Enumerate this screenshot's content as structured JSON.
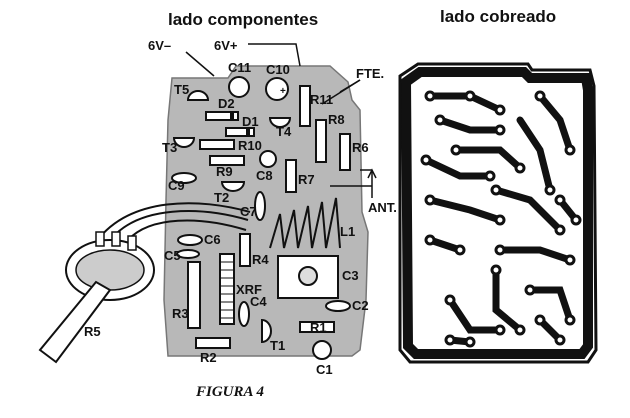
{
  "headings": {
    "components_side": "lado componentes",
    "copper_side": "lado cobreado"
  },
  "caption": "FIGURA 4",
  "supply": {
    "negative": "6V–",
    "positive": "6V+"
  },
  "labels": {
    "fte": "FTE.",
    "ant": "ANT.",
    "C1": "C1",
    "C2": "C2",
    "C3": "C3",
    "C4": "C4",
    "C5": "C5",
    "C6": "C6",
    "C7": "C7",
    "C8": "C8",
    "C9": "C9",
    "C10": "C10",
    "C11": "C11",
    "R1": "R1",
    "R2": "R2",
    "R3": "R3",
    "R4": "R4",
    "R5": "R5",
    "R6": "R6",
    "R7": "R7",
    "R8": "R8",
    "R9": "R9",
    "R10": "R10",
    "R11": "R11",
    "T1": "T1",
    "T2": "T2",
    "T3": "T3",
    "T4": "T4",
    "T5": "T5",
    "D1": "D1",
    "D2": "D2",
    "L1": "L1",
    "XRF": "XRF"
  }
}
